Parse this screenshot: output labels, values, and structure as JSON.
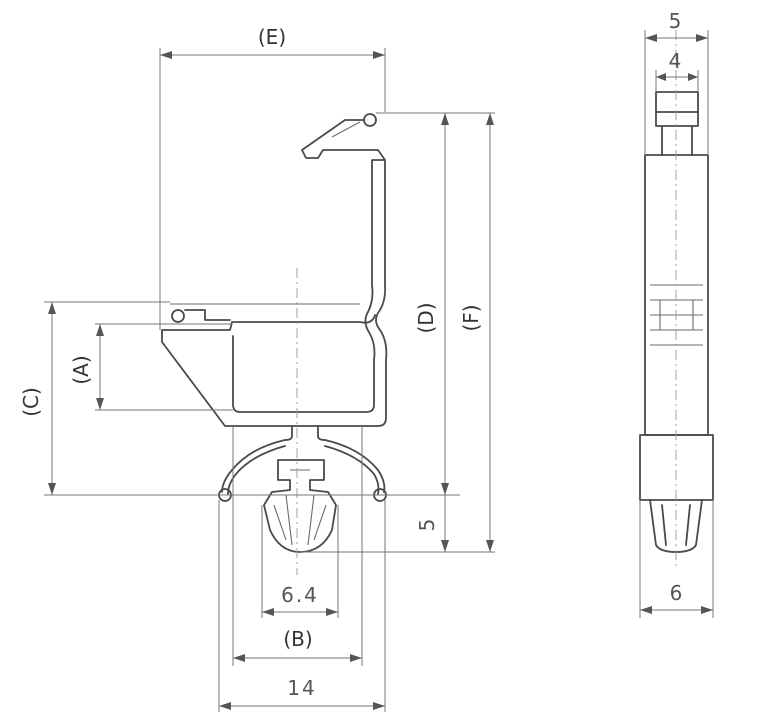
{
  "labels": {
    "E": "(E)",
    "D": "(D)",
    "F": "(F)",
    "A": "(A)",
    "C": "(C)",
    "B": "(B)"
  },
  "dimensions": {
    "top_width_outer": "5",
    "top_width_inner": "4",
    "side_height": "5",
    "hole_width": "6.4",
    "base_width": "14",
    "side_bottom_width": "6"
  }
}
